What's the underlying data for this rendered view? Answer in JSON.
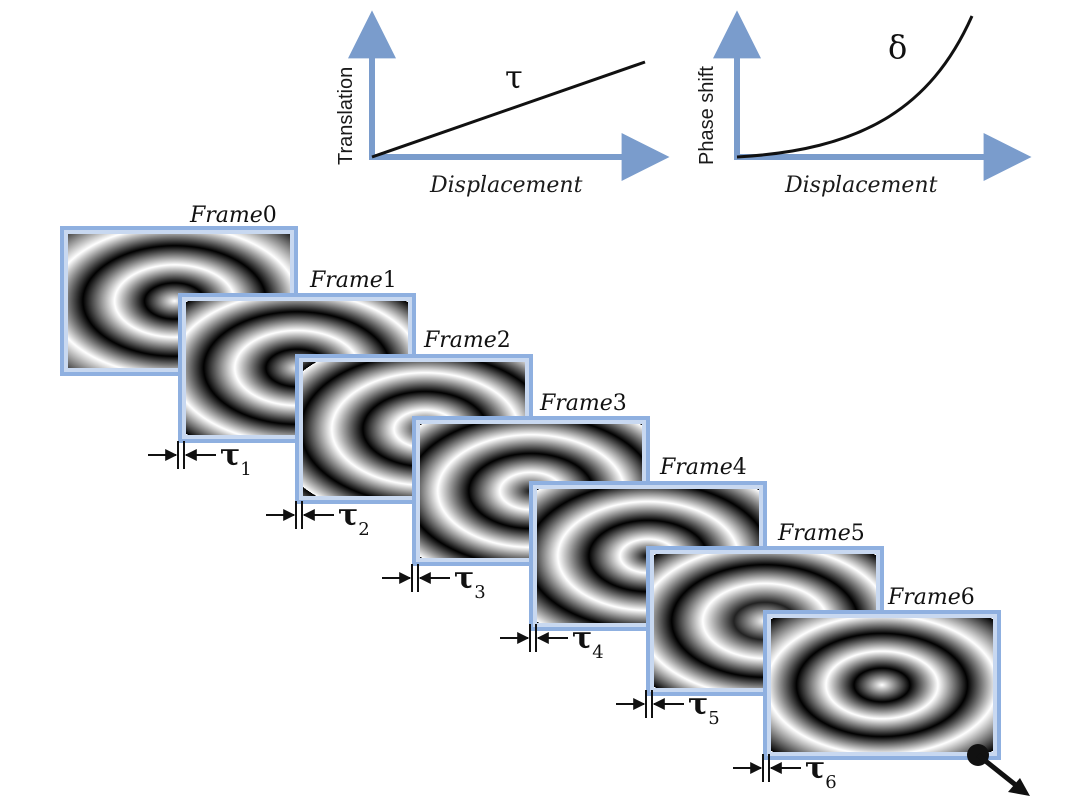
{
  "graphs": {
    "translation": {
      "ylabel": "Translation",
      "xlabel": "Displacement",
      "curve_label": "τ"
    },
    "phase": {
      "ylabel": "Phase shift",
      "xlabel": "Displacement",
      "curve_label": "δ"
    }
  },
  "frames": [
    {
      "label": "Frame",
      "num": "0"
    },
    {
      "label": "Frame",
      "num": "1"
    },
    {
      "label": "Frame",
      "num": "2"
    },
    {
      "label": "Frame",
      "num": "3"
    },
    {
      "label": "Frame",
      "num": "4"
    },
    {
      "label": "Frame",
      "num": "5"
    },
    {
      "label": "Frame",
      "num": "6"
    }
  ],
  "taus": [
    {
      "symbol": "τ",
      "sub": "1"
    },
    {
      "symbol": "τ",
      "sub": "2"
    },
    {
      "symbol": "τ",
      "sub": "3"
    },
    {
      "symbol": "τ",
      "sub": "4"
    },
    {
      "symbol": "τ",
      "sub": "5"
    },
    {
      "symbol": "τ",
      "sub": "6"
    }
  ],
  "colors": {
    "axis": "#7a9ccc",
    "frame_border": "#8fb0e0",
    "frame_fill": "#c8d8f0"
  },
  "icons": {
    "direction_arrow": "diagonal-arrow-icon"
  }
}
